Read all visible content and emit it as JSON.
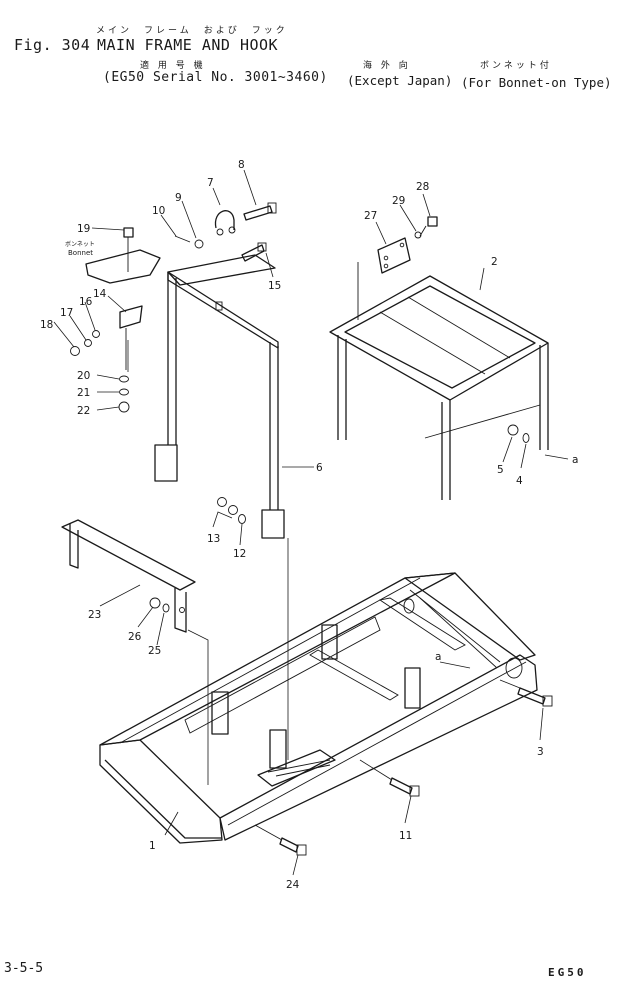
{
  "header": {
    "kana_title": "メイン　フレーム　および　フック",
    "fig_label": "Fig. 304",
    "title": "MAIN FRAME AND HOOK",
    "kana_applicable": "適 用 号 機",
    "serial": "(EG50 Serial No. 3001~3460)",
    "kana_export": "海 外 向",
    "kana_bonnet": "ボンネット付",
    "except_japan": "(Except Japan)",
    "bonnet_type": "(For Bonnet-on Type)"
  },
  "bonnet_label": {
    "kana": "ボンネット",
    "en": "Bonnet"
  },
  "callouts": [
    "1",
    "2",
    "3",
    "4",
    "5",
    "6",
    "7",
    "8",
    "9",
    "10",
    "11",
    "12",
    "13",
    "14",
    "15",
    "16",
    "17",
    "18",
    "19",
    "20",
    "21",
    "22",
    "23",
    "24",
    "25",
    "26",
    "27",
    "28",
    "29"
  ],
  "ref_mark": "a",
  "footer": {
    "page": "3-5-5",
    "model": "EG50"
  }
}
